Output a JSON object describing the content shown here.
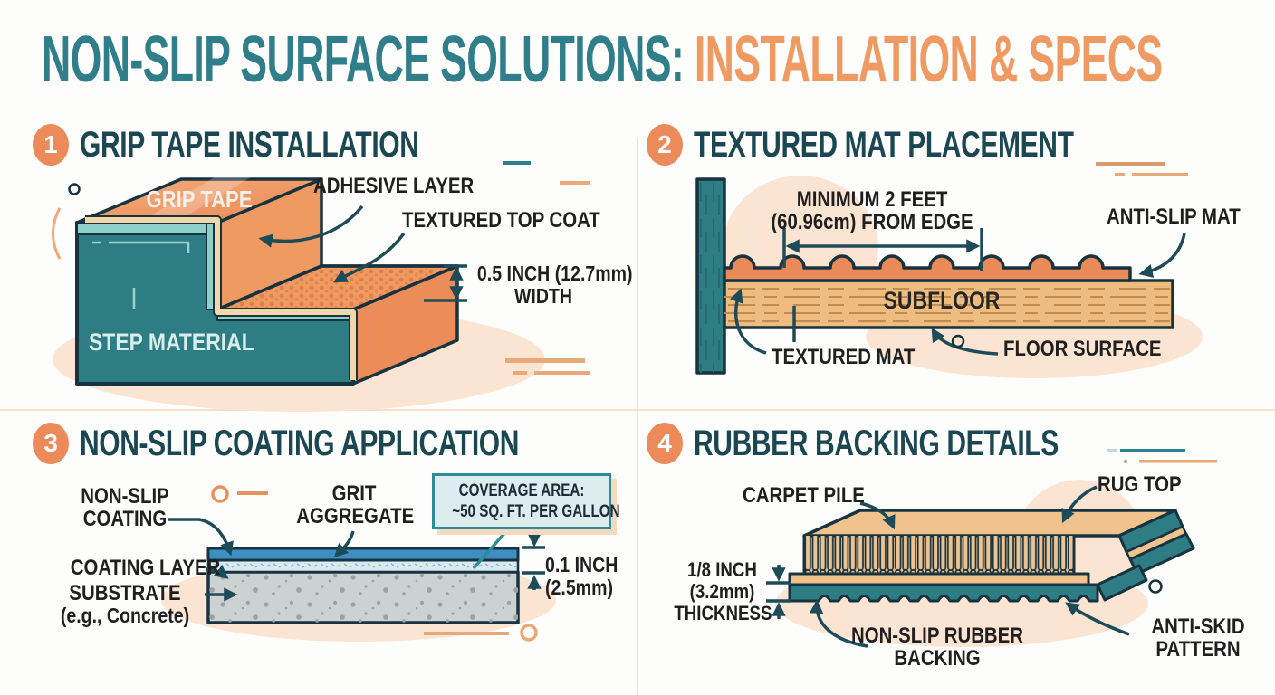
{
  "title": {
    "teal_part": "NON-SLIP SURFACE SOLUTIONS: ",
    "orange_part": "INSTALLATION & SPECS"
  },
  "sections": {
    "grip_tape": {
      "number": "1",
      "heading": "GRIP TAPE INSTALLATION",
      "labels": {
        "grip_tape": "GRIP TAPE",
        "adhesive_layer": "ADHESIVE LAYER",
        "textured_top_coat": "TEXTURED TOP COAT",
        "step_material": "STEP MATERIAL",
        "width_dim_l1": "0.5 INCH (12.7mm)",
        "width_dim_l2": "WIDTH"
      }
    },
    "textured_mat": {
      "number": "2",
      "heading": "TEXTURED MAT PLACEMENT",
      "labels": {
        "distance_l1": "MINIMUM 2 FEET",
        "distance_l2": "(60.96cm) FROM EDGE",
        "anti_slip_mat": "ANTI-SLIP MAT",
        "subfloor": "SUBFLOOR",
        "textured_mat": "TEXTURED MAT",
        "floor_surface": "FLOOR SURFACE"
      }
    },
    "coating": {
      "number": "3",
      "heading": "NON-SLIP COATING APPLICATION",
      "labels": {
        "non_slip_coating_l1": "NON-SLIP",
        "non_slip_coating_l2": "COATING",
        "grit_l1": "GRIT",
        "grit_l2": "AGGREGATE",
        "coverage_l1": "COVERAGE AREA:",
        "coverage_l2": "~50 SQ. FT. PER GALLON",
        "coating_layer": "COATING LAYER",
        "substrate_l1": "SUBSTRATE",
        "substrate_l2": "(e.g., Concrete)",
        "thickness_l1": "0.1 INCH",
        "thickness_l2": "(2.5mm)"
      }
    },
    "rubber_backing": {
      "number": "4",
      "heading": "RUBBER BACKING DETAILS",
      "labels": {
        "carpet_pile": "CARPET PILE",
        "rug_top": "RUG TOP",
        "thickness_l1": "1/8 INCH",
        "thickness_l2": "(3.2mm)",
        "thickness_l3": "THICKNESS",
        "backing_l1": "NON-SLIP RUBBER",
        "backing_l2": "BACKING",
        "anti_skid_l1": "ANTI-SKID",
        "anti_skid_l2": "PATTERN"
      }
    }
  },
  "colors": {
    "teal": "#2e7d84",
    "teal_heading": "#1b4752",
    "orange": "#ed8a5a",
    "orange_light": "#f0a97a",
    "peach_blob": "#fbe5d2",
    "outline": "#17333f",
    "arrow": "#1d4b57",
    "adhesive_cream": "#f2d7a8",
    "wood": "#edbc7e",
    "concrete": "#ccd1d2",
    "grit_blue": "#d8e9f0",
    "coat_blue": "#3d8ec2",
    "coverage_box_bg": "#ddedef",
    "coverage_box_border": "#2e8b97"
  }
}
